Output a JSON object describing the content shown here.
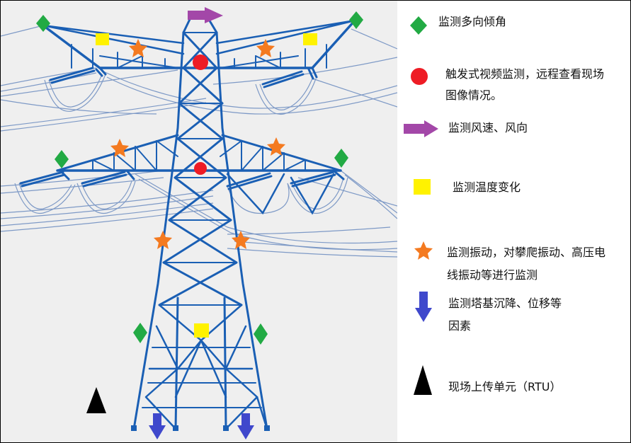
{
  "title": "输电铁塔在线监测传感器布置示意图",
  "colors": {
    "tower": "#1a5fb4",
    "wire": "#6f8fbf",
    "background_diagram": "#efefef",
    "tilt": "#22aa44",
    "video": "#ee1c25",
    "wind": "#a347a8",
    "temperature": "#fff200",
    "vibration": "#f47a20",
    "settlement": "#3f48cc",
    "rtu": "#000000"
  },
  "legend": {
    "items": [
      {
        "key": "tilt",
        "icon": "green-diamond-icon",
        "lines": [
          "监测多向倾角"
        ]
      },
      {
        "key": "video",
        "icon": "red-circle-icon",
        "lines": [
          "触发式视频监测，远程查看现场",
          "图像情况。"
        ]
      },
      {
        "key": "wind",
        "icon": "purple-arrow-right-icon",
        "lines": [
          "监测风速、风向"
        ]
      },
      {
        "key": "temperature",
        "icon": "yellow-square-icon",
        "lines": [
          "监测温度变化"
        ]
      },
      {
        "key": "vibration",
        "icon": "orange-star-icon",
        "lines": [
          "监测振动，对攀爬振动、高压电",
          "线振动等进行监测"
        ]
      },
      {
        "key": "settlement",
        "icon": "blue-arrow-down-icon",
        "lines": [
          "监测塔基沉降、位移等",
          "因素"
        ]
      },
      {
        "key": "rtu",
        "icon": "black-triangle-icon",
        "lines": [
          "现场上传单元（RTU）"
        ]
      }
    ]
  },
  "markers": {
    "tilt": 6,
    "video": 2,
    "wind": 1,
    "temperature": 3,
    "vibration": 6,
    "settlement": 2,
    "rtu": 1
  }
}
